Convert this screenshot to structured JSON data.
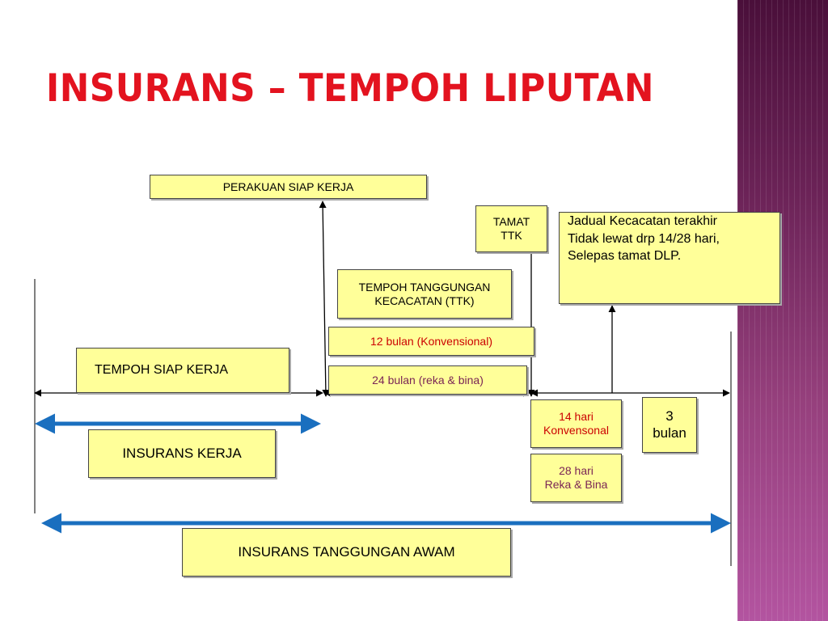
{
  "title": "INSURANS – TEMPOH LIPUTAN",
  "boxes": {
    "perakuan_siap_kerja": "PERAKUAN SIAP KERJA",
    "tamat_ttk": [
      "TAMAT",
      "TTK"
    ],
    "jadual_kecacatan": [
      "Jadual Kecacatan terakhir",
      "Tidak lewat drp 14/28 hari,",
      "Selepas tamat DLP."
    ],
    "tempoh_tanggungan": [
      "TEMPOH TANGGUNGAN",
      "KECACATAN (TTK)"
    ],
    "dua_belas_bulan": "12 bulan (Konvensional)",
    "dua_puluh_empat_bulan": "24 bulan (reka & bina)",
    "tempoh_siap_kerja": "TEMPOH SIAP KERJA",
    "empat_belas_hari": [
      "14 hari",
      "Konvensonal"
    ],
    "tiga_bulan": [
      "3",
      "bulan"
    ],
    "insurans_kerja": "INSURANS KERJA",
    "dua_puluh_lapan_hari": [
      "28 hari",
      "Reka & Bina"
    ],
    "insurans_tanggungan_awam": "INSURANS TANGGUNGAN AWAM"
  },
  "colors": {
    "title": "#e3131f",
    "box_fill": "#ffff99",
    "blue_arrow": "#1a6fbf",
    "red_text": "#cc0000",
    "purple_text": "#7a2555",
    "side_band": "#8a3574"
  }
}
